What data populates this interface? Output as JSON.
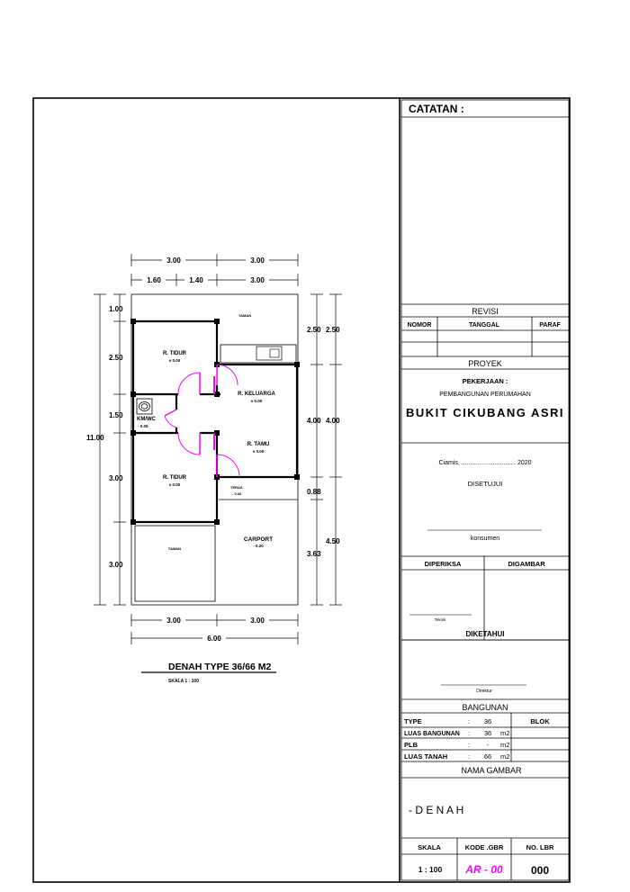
{
  "plan": {
    "dims_top_row1": [
      "3.00",
      "3.00"
    ],
    "dims_top_row2": [
      "1.60",
      "1.40",
      "3.00"
    ],
    "dims_left": [
      "1.00",
      "2.50",
      "1.50",
      "3.00",
      "3.00"
    ],
    "dim_left_total": "11.00",
    "dims_right_col1": [
      "2.50",
      "4.00",
      "0.88",
      "3.63"
    ],
    "dims_right_col2": [
      "2.50",
      "4.00",
      "4.50"
    ],
    "dims_bottom_row1": [
      "3.00",
      "3.00"
    ],
    "dim_bottom_total": "6.00",
    "rooms": {
      "taman_top": "TAMAN",
      "r_tidur_1": "R. TIDUR",
      "r_tidur_1_lvl": "± 0.00",
      "r_keluarga": "R. KELUARGA",
      "r_keluarga_lvl": "± 0.00",
      "kmwc": "KM/WC",
      "kmwc_lvl": "- 0.05",
      "r_tamu": "R. TAMU",
      "r_tamu_lvl": "± 0.00",
      "r_tidur_2": "R. TIDUR",
      "r_tidur_2_lvl": "± 0.00",
      "teras": "TERAS",
      "teras_lvl": "- 0.30",
      "carport": "CARPORT",
      "carport_lvl": "- 0.20",
      "taman_bottom": "TAMAN"
    },
    "title": "DENAH TYPE 36/66 M2",
    "scale": "SKALA 1 : 100"
  },
  "titleblock": {
    "catatan": "CATATAN :",
    "revisi": "REVISI",
    "revisi_cols": [
      "NOMOR",
      "TANGGAL",
      "PARAF"
    ],
    "proyek": "PROYEK",
    "pekerjaan": "PEKERJAAN :",
    "pembangunan": "PEMBANGUNAN PERUMAHAN",
    "project_name": "BUKIT CIKUBANG ASRI",
    "place_date": "Ciamis, ............................... 2020",
    "disetujui": "DISETUJUI",
    "konsumen": "konsumen",
    "diperiksa": "DIPERIKSA",
    "digambar": "DIGAMBAR",
    "teknik": "Teknik",
    "diketahui": "DIKETAHUI",
    "direktur": "Direktur",
    "bangunan": "BANGUNAN",
    "rows": [
      {
        "label": "TYPE",
        "sep": ":",
        "value": "36",
        "unit": ""
      },
      {
        "label": "LUAS BANGUNAN",
        "sep": ":",
        "value": "36",
        "unit": "m2"
      },
      {
        "label": "PLB",
        "sep": ":",
        "value": "-",
        "unit": "m2"
      },
      {
        "label": "LUAS TANAH",
        "sep": ":",
        "value": "66",
        "unit": "m2"
      }
    ],
    "blok": "BLOK",
    "nama_gambar": "NAMA GAMBAR",
    "drawing_name": "- D E N A H",
    "skala_label": "SKALA",
    "kode_label": "KODE .GBR",
    "nolbr_label": "NO. LBR",
    "skala_value": "1 : 100",
    "kode_value": "AR - 00",
    "nolbr_value": "000",
    "kode_color": "#ff00ff"
  },
  "colors": {
    "door": "#ff00ff",
    "line": "#000000"
  }
}
